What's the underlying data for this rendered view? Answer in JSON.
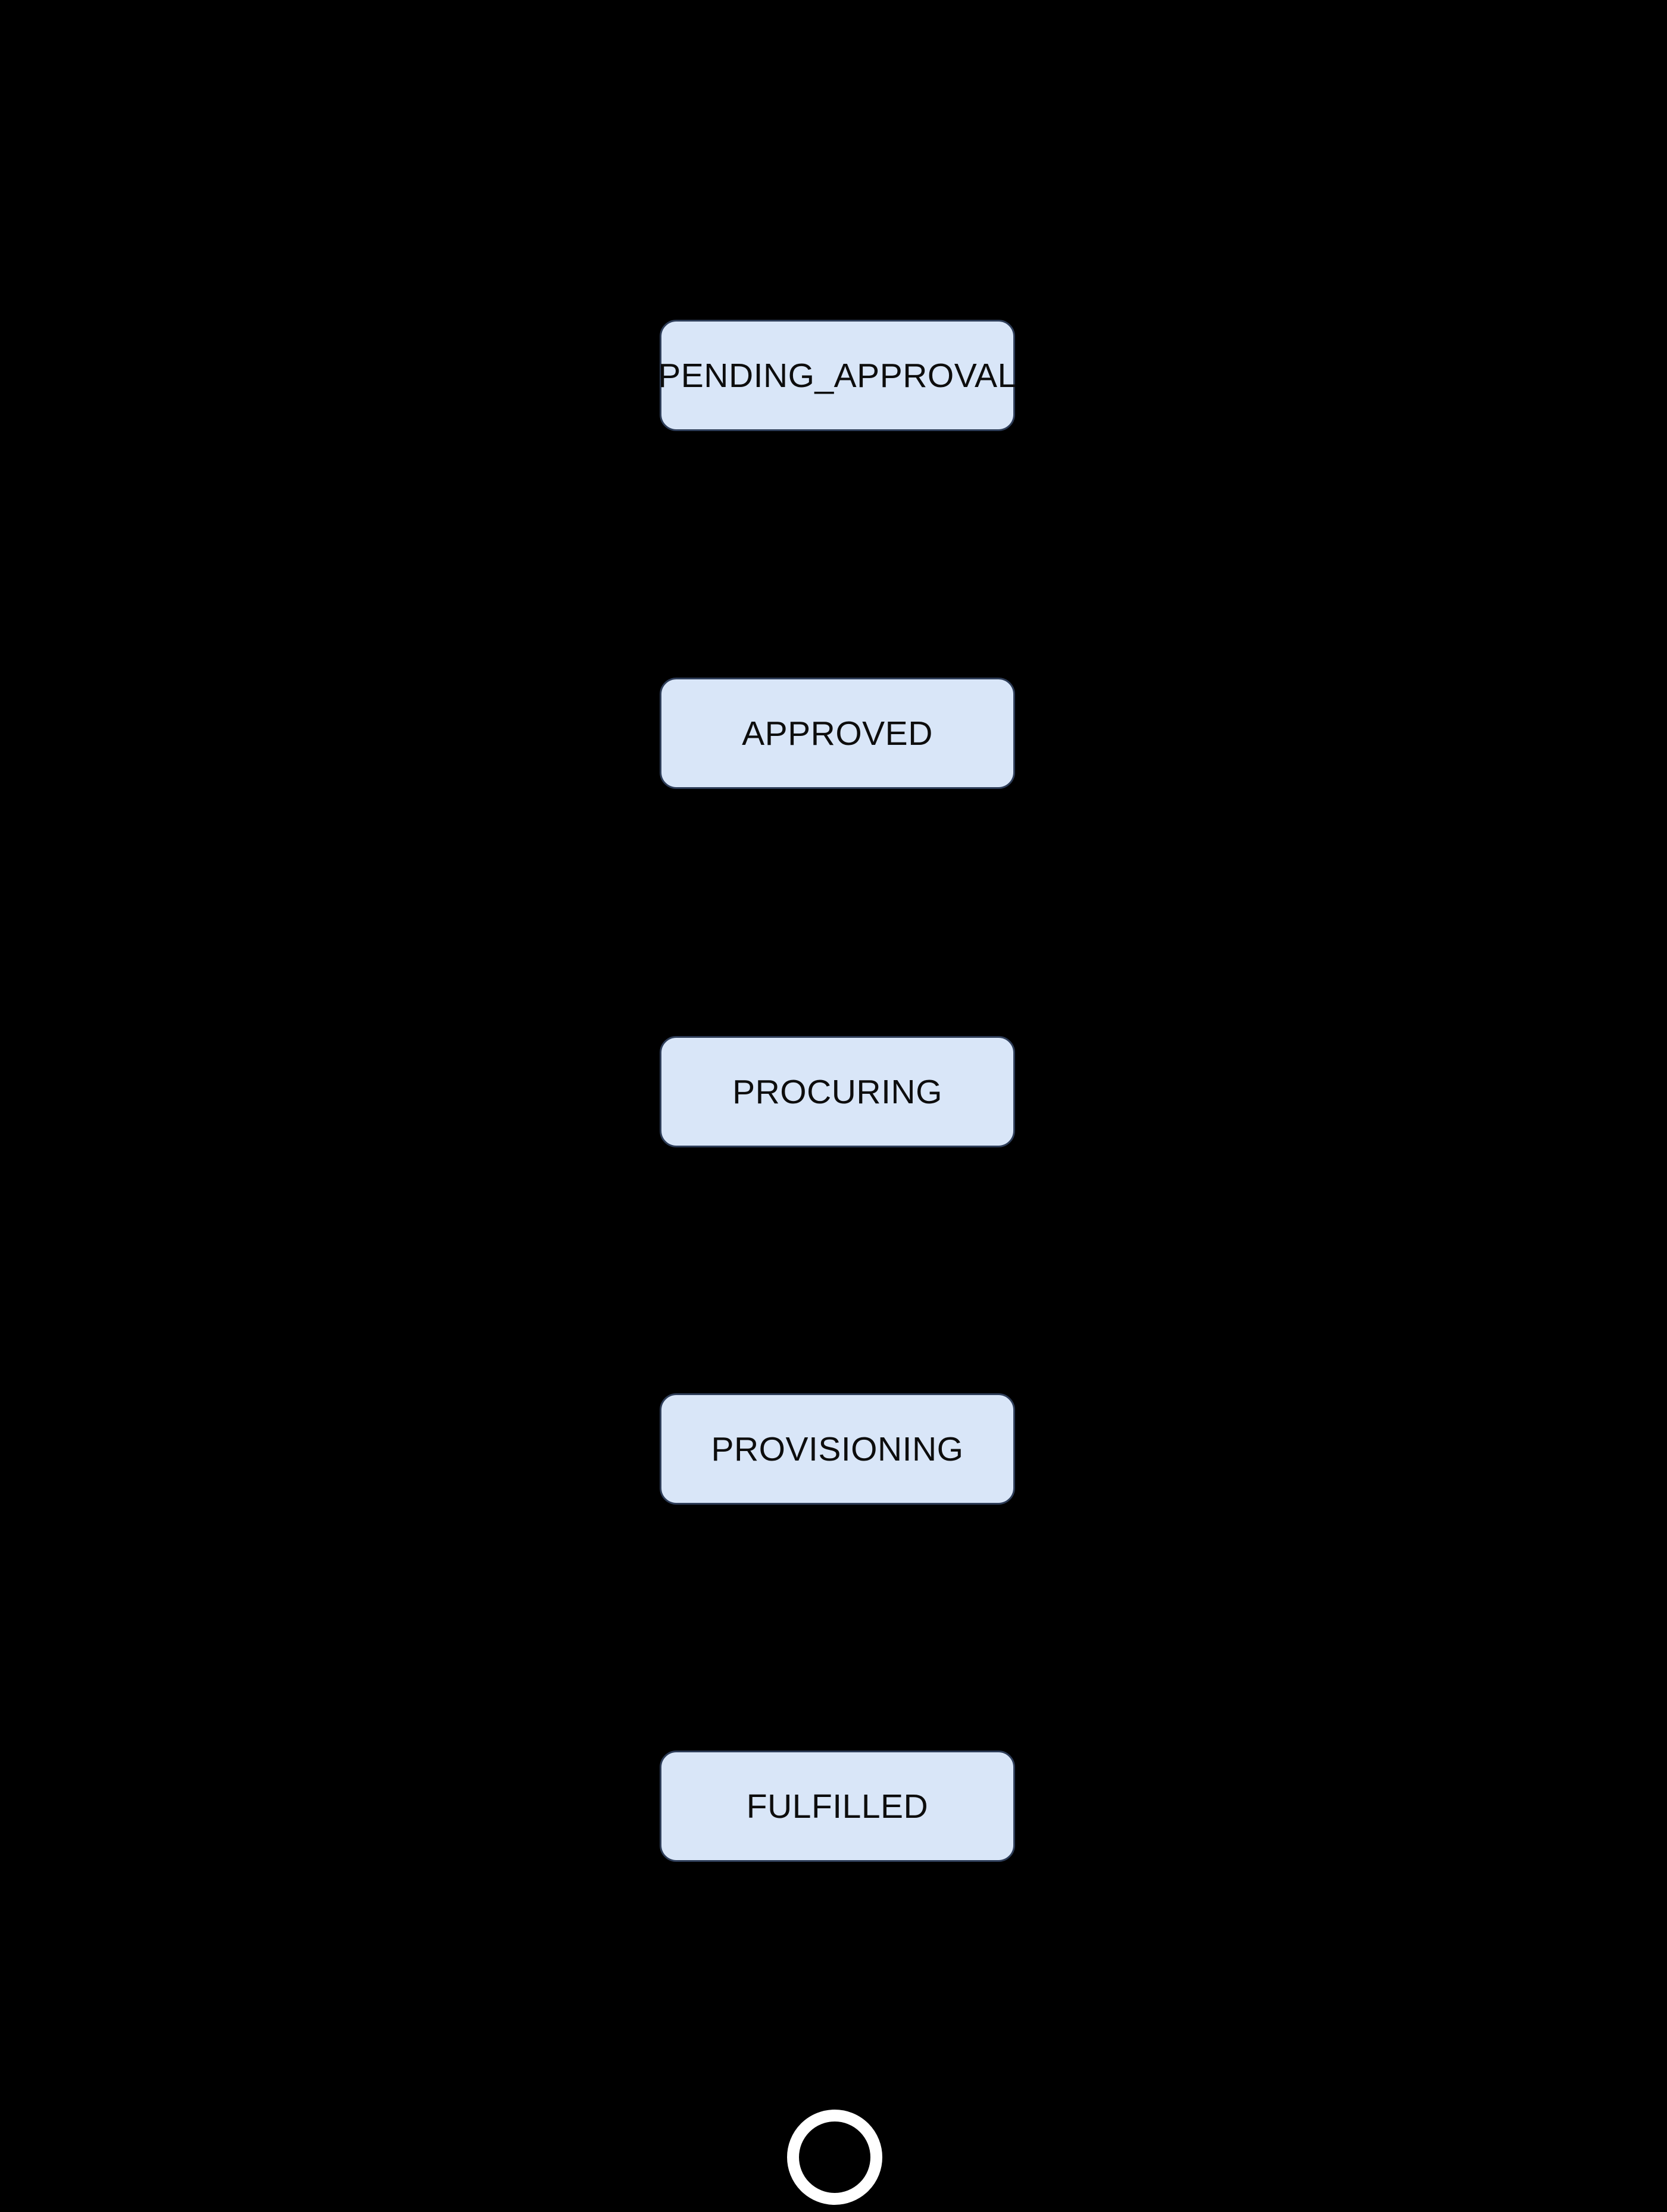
{
  "diagram": {
    "type": "state-flow",
    "background_color": "#000000",
    "node_fill_color": "#d9e6f8",
    "node_border_color": "#2e3d58",
    "node_text_color": "#0d0d0d",
    "final_marker_color": "#ffffff",
    "states": [
      {
        "label": "PENDING_APPROVAL"
      },
      {
        "label": "APPROVED"
      },
      {
        "label": "PROCURING"
      },
      {
        "label": "PROVISIONING"
      },
      {
        "label": "FULFILLED"
      }
    ]
  }
}
